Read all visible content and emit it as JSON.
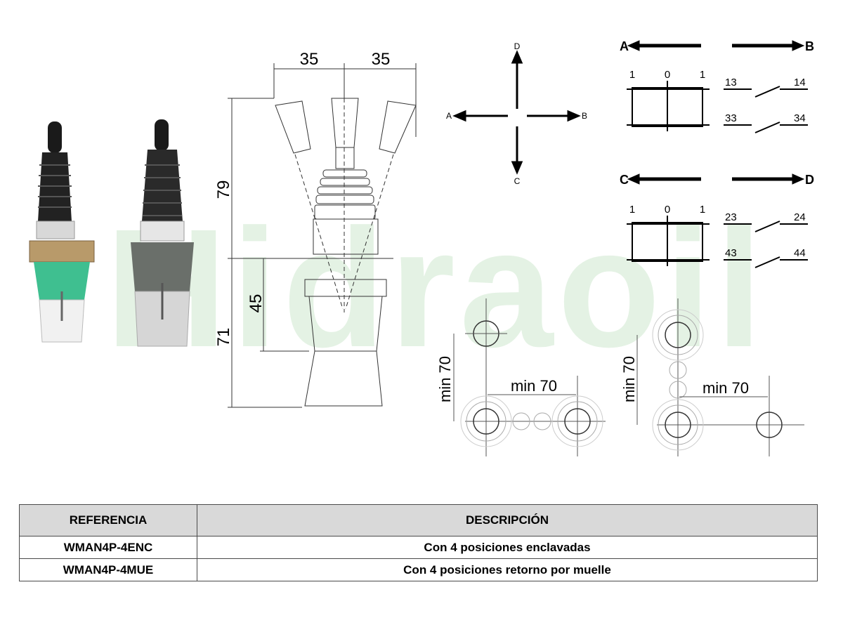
{
  "watermark": "Hidraoil",
  "drawing": {
    "dim_35_left": "35",
    "dim_35_right": "35",
    "dim_79": "79",
    "dim_71": "71",
    "dim_45": "45",
    "min70_a_vertical": "min 70",
    "min70_a_horizontal": "min 70",
    "min70_b_vertical": "min 70",
    "min70_b_horizontal": "min 70"
  },
  "directions": {
    "up": "D",
    "down": "C",
    "left": "A",
    "right": "B"
  },
  "schematic": {
    "top": {
      "left": "A",
      "right": "B",
      "positions": [
        "1",
        "0",
        "1"
      ],
      "contacts": [
        [
          "13",
          "14"
        ],
        [
          "33",
          "34"
        ]
      ]
    },
    "bottom": {
      "left": "C",
      "right": "D",
      "positions": [
        "1",
        "0",
        "1"
      ],
      "contacts": [
        [
          "23",
          "24"
        ],
        [
          "43",
          "44"
        ]
      ]
    }
  },
  "table": {
    "headers": [
      "REFERENCIA",
      "DESCRIPCIÓN"
    ],
    "rows": [
      {
        "ref": "WMAN4P-4ENC",
        "desc": "Con 4 posiciones enclavadas"
      },
      {
        "ref": "WMAN4P-4MUE",
        "desc": "Con 4 posiciones retorno por muelle"
      }
    ]
  }
}
